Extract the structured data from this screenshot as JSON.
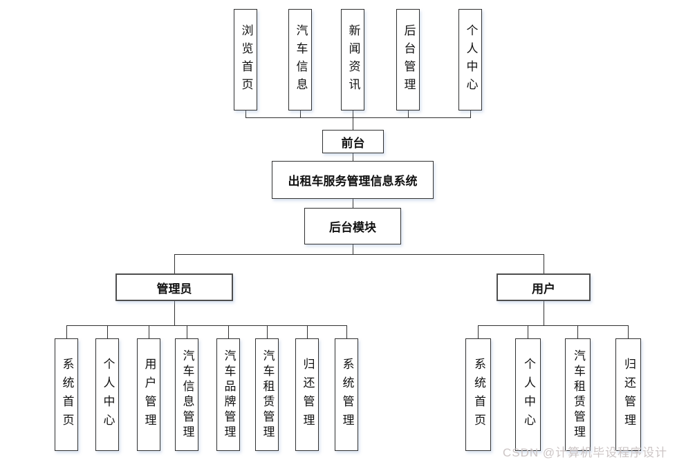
{
  "diagram": {
    "front_modules": [
      "浏览首页",
      "汽车信息",
      "新闻资讯",
      "后台管理",
      "个人中心"
    ],
    "front_node": "前台",
    "root_node": "出租车服务管理信息系统",
    "backend_node": "后台模块",
    "admin_node": "管理员",
    "user_node": "用户",
    "admin_modules": [
      "系统首页",
      "个人中心",
      "用户管理",
      "汽车信息管理",
      "汽车品牌管理",
      "汽车租赁管理",
      "归还管理",
      "系统管理"
    ],
    "user_modules": [
      "系统首页",
      "个人中心",
      "汽车租赁管理",
      "归还管理"
    ]
  },
  "watermark": "CSDN @计算机毕设程序设计",
  "colors": {
    "background": "#ffffff",
    "line": "#2f2f2f",
    "box_border": "#2f2f2f",
    "text": "#111111",
    "watermark": "#ccc5c5"
  }
}
